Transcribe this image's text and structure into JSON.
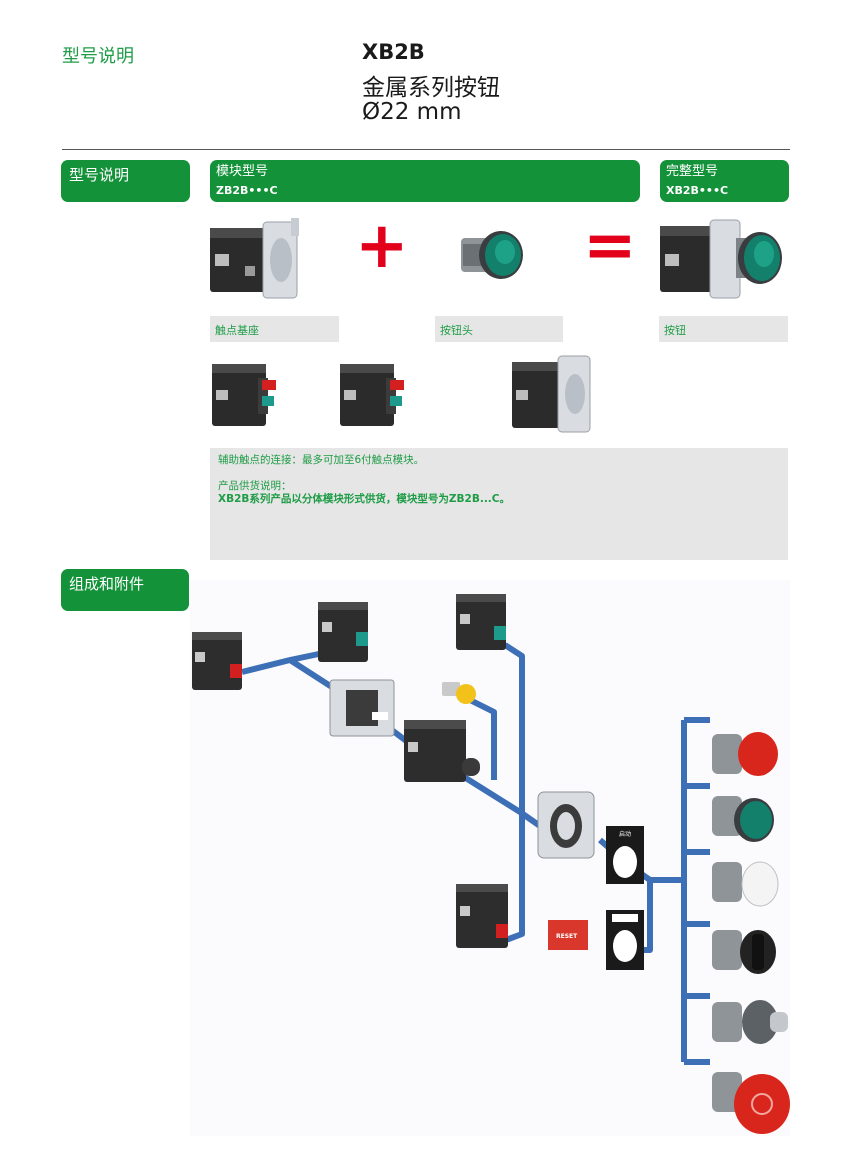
{
  "page_header": {
    "left_title": "型号说明",
    "model": "XB2B",
    "subtitle": "金属系列按钮",
    "diameter": "Ø22 mm"
  },
  "section1": {
    "tag": "型号说明",
    "module_tag": {
      "title": "模块型号",
      "code": "ZB2B•••C"
    },
    "complete_tag": {
      "title": "完整型号",
      "code": "XB2B•••C"
    },
    "plus_symbol": "+",
    "equals_symbol": "=",
    "labels": {
      "base": "触点基座",
      "head": "按钮头",
      "button": "按钮"
    },
    "note": {
      "line1": "辅助触点的连接：最多可加至6付触点模块。",
      "line2": "产品供货说明：",
      "line3": "XB2B系列产品以分体模块形式供货，模块型号为ZB2B...C。"
    }
  },
  "section2": {
    "tag": "组成和附件",
    "plate_text": "启动",
    "reset_label": "RESET"
  },
  "colors": {
    "brand_green": "#13923a",
    "text_green": "#1e9c46",
    "connector_blue": "#3d6fb6",
    "plus_red": "#e3001b",
    "gray_panel": "#e6e6e6"
  }
}
